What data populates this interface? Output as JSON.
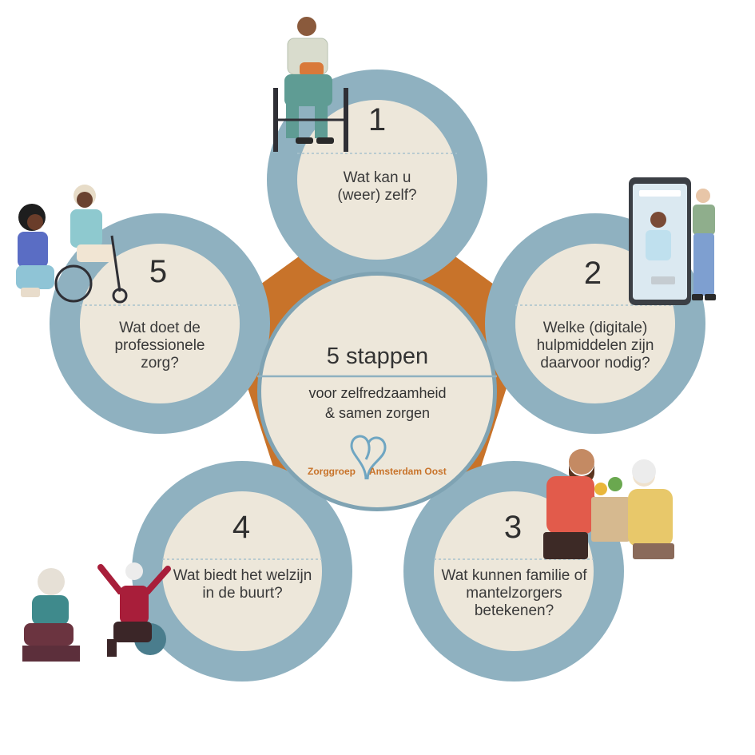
{
  "center": {
    "title": "5 stappen",
    "subtitle_line1": "voor zelfredzaamheid",
    "subtitle_line2": "& samen zorgen",
    "logo_left": "Zorggroep",
    "logo_right": "Amsterdam Oost"
  },
  "steps": [
    {
      "number": "1",
      "line1": "Wat kan u",
      "line2": "(weer) zelf?",
      "line3": ""
    },
    {
      "number": "2",
      "line1": "Welke (digitale)",
      "line2": "hulpmiddelen zijn",
      "line3": "daarvoor nodig?"
    },
    {
      "number": "3",
      "line1": "Wat kunnen familie of",
      "line2": "mantelzorgers",
      "line3": "betekenen?"
    },
    {
      "number": "4",
      "line1": "Wat biedt het welzijn",
      "line2": "in de buurt?",
      "line3": ""
    },
    {
      "number": "5",
      "line1": "Wat doet de",
      "line2": "professionele",
      "line3": "zorg?"
    }
  ],
  "colors": {
    "ring": "#8fb1c0",
    "ring_dark": "#7fa3b3",
    "disc": "#ede7da",
    "pentagon": "#c8732a",
    "logo": "#c8732a",
    "logo_mark": "#6fa6c2"
  },
  "icons": {
    "illustration_1": "man-in-wheelchair-illustration",
    "illustration_2": "phone-video-consult-illustration",
    "illustration_3": "grocery-delivery-illustration",
    "illustration_4": "seniors-exercising-illustration",
    "illustration_5": "nurse-helping-wheelchair-illustration"
  }
}
